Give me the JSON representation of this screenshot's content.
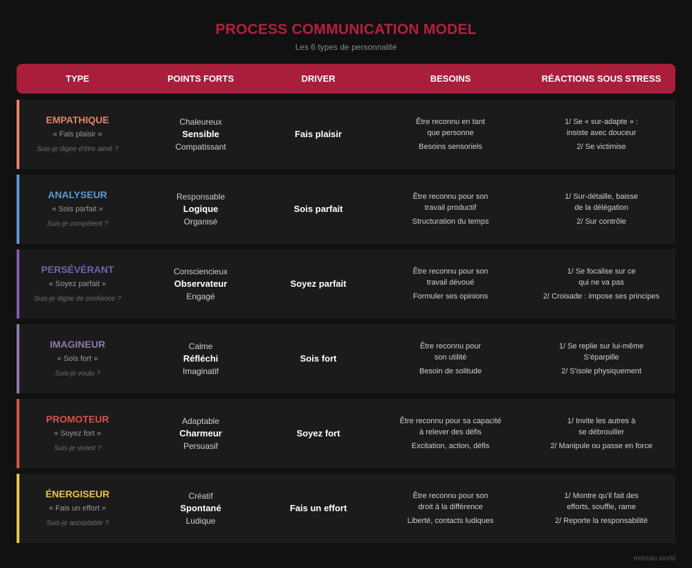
{
  "title": "PROCESS COMMUNICATION MODEL",
  "subtitle": "Les 6 types de personnalité",
  "headers": [
    "TYPE",
    "POINTS FORTS",
    "DRIVER",
    "BESOINS",
    "RÉACTIONS SOUS STRESS"
  ],
  "rows": [
    {
      "name": "EMPATHIQUE",
      "color": "#e8836a",
      "driver_quote": "« Fais plaisir »",
      "question": "Suis-je digne d'être aimé ?",
      "strengths": [
        "Chaleureux",
        "Sensible",
        "Compatissant"
      ],
      "driver": "Fais plaisir",
      "needs": [
        "Être reconnu en tant",
        "que personne",
        "Besoins sensoriels"
      ],
      "stress": [
        "1/ Se « sur-adapte » :",
        "insiste avec douceur",
        "2/ Se victimise"
      ]
    },
    {
      "name": "ANALYSEUR",
      "color": "#5b9bd5",
      "driver_quote": "« Sois parfait »",
      "question": "Suis-je compétent ?",
      "strengths": [
        "Responsable",
        "Logique",
        "Organisé"
      ],
      "driver": "Sois parfait",
      "needs": [
        "Être reconnu pour son",
        "travail productif",
        "Structuration du temps"
      ],
      "stress": [
        "1/ Sur-détaille, baisse",
        "de la délégation",
        "2/ Sur contrôle"
      ]
    },
    {
      "name": "PERSÉVÉRANT",
      "color": "#7a5fb0",
      "driver_quote": "« Soyez parfait »",
      "question": "Suis-je digne de confiance ?",
      "strengths": [
        "Consciencieux",
        "Observateur",
        "Engagé"
      ],
      "driver": "Soyez parfait",
      "needs": [
        "Être reconnu pour son",
        "travail dévoué",
        "Formuler ses opinions"
      ],
      "stress": [
        "1/ Se focalise sur ce",
        "qui ne va pas",
        "2/ Croisade : impose ses principes"
      ]
    },
    {
      "name": "IMAGINEUR",
      "color": "#8e7aab",
      "driver_quote": "« Sois fort »",
      "question": "Suis-je voulu ?",
      "strengths": [
        "Calme",
        "Réfléchi",
        "Imaginatif"
      ],
      "driver": "Sois fort",
      "needs": [
        "Être reconnu pour",
        "son utilité",
        "Besoin de solitude"
      ],
      "stress": [
        "1/ Se replie sur lui-même",
        "S'éparpille",
        "2/ S'isole physiquement"
      ]
    },
    {
      "name": "PROMOTEUR",
      "color": "#d9534a",
      "driver_quote": "« Soyez fort »",
      "question": "Suis-je vivant ?",
      "strengths": [
        "Adaptable",
        "Charmeur",
        "Persuasif"
      ],
      "driver": "Soyez fort",
      "needs": [
        "Être reconnu pour sa capacité",
        "à relever des défis",
        "Excitation, action, défis"
      ],
      "stress": [
        "1/ Invite les autres à",
        "se débrouiller",
        "2/ Manipule ou passe en force"
      ]
    },
    {
      "name": "ÉNERGISEUR",
      "color": "#e8c547",
      "driver_quote": "« Fais un effort »",
      "question": "Suis-je acceptable ?",
      "strengths": [
        "Créatif",
        "Spontané",
        "Ludique"
      ],
      "driver": "Fais un effort",
      "needs": [
        "Être reconnu pour son",
        "droit à la différence",
        "Liberté, contacts ludiques"
      ],
      "stress": [
        "1/ Montre qu'il fait des",
        "efforts, souffle, rame",
        "2/ Reporte la responsabilité"
      ]
    }
  ],
  "footer": "moreau.world"
}
